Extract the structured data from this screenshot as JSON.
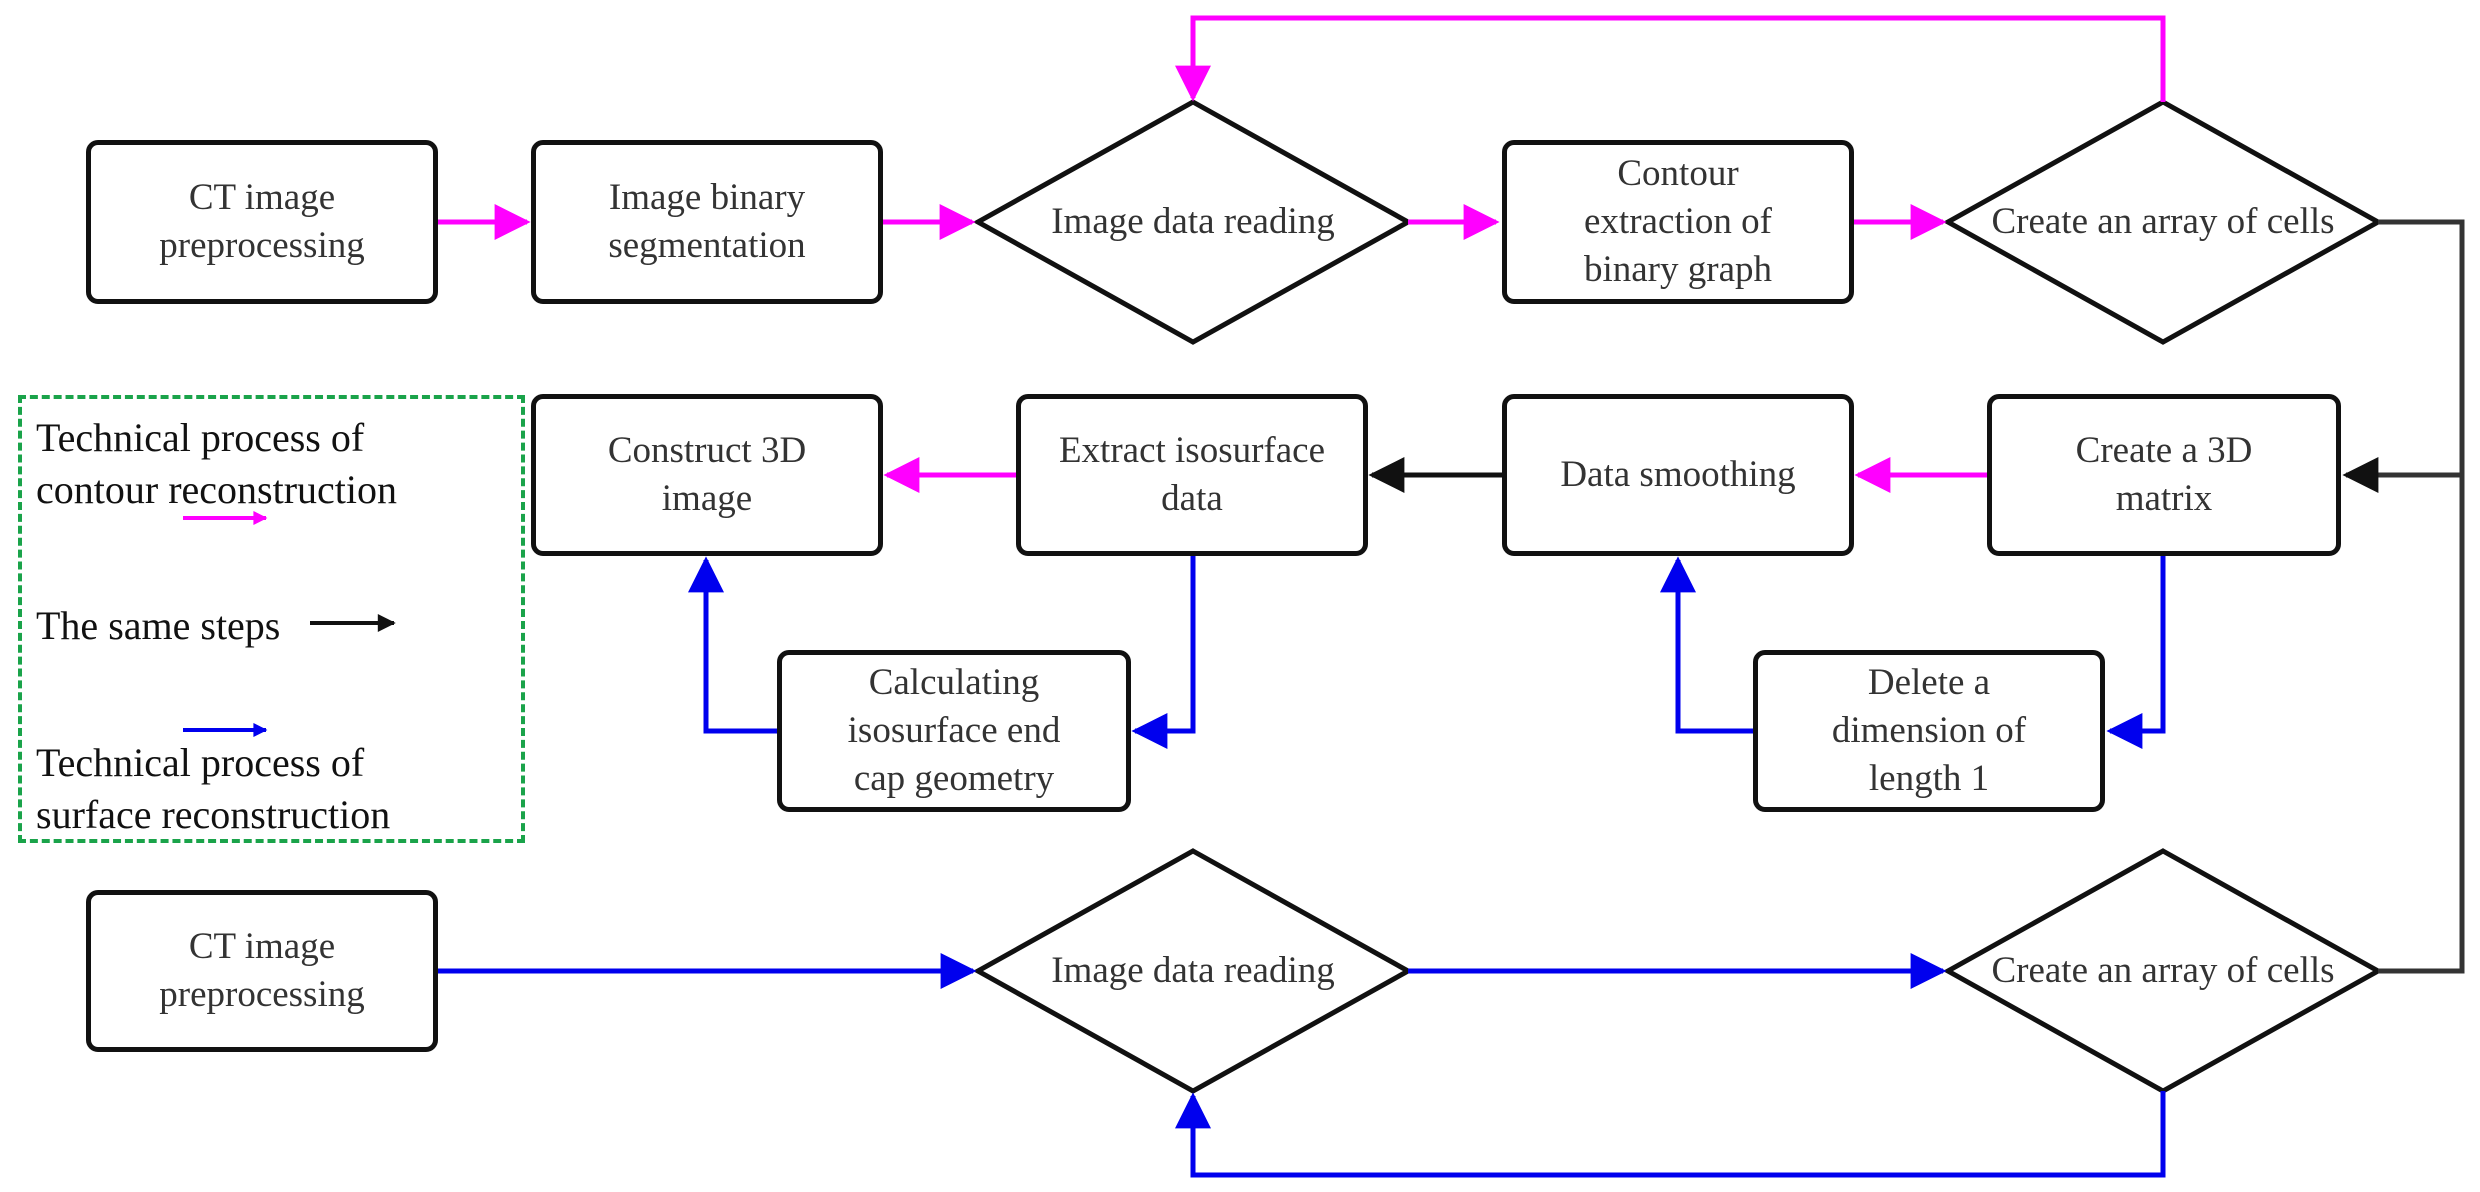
{
  "boxes": {
    "ct_pre_top": "CT image\npreprocessing",
    "binary_seg": "Image binary\nsegmentation",
    "contour_ext": "Contour\nextraction of\nbinary graph",
    "construct_3d": "Construct 3D\nimage",
    "extract_iso": "Extract isosurface\ndata",
    "data_smooth": "Data smoothing",
    "create_3d_matrix": "Create a 3D\nmatrix",
    "calc_endcap": "Calculating\nisosurface end\ncap geometry",
    "delete_dim": "Delete a\ndimension of\nlength 1",
    "ct_pre_bottom": "CT image\npreprocessing"
  },
  "diamonds": {
    "read_top": "Image data reading",
    "cells_top": "Create an array of cells",
    "read_bottom": "Image data reading",
    "cells_bottom": "Create an array of cells"
  },
  "legend": {
    "contour_line1": "Technical process of",
    "contour_line2": "contour reconstruction",
    "same_steps": "The same steps",
    "surface_line1": "Technical process of",
    "surface_line2": "surface reconstruction"
  },
  "colors": {
    "contour": "#ff00ff",
    "same": "#111111",
    "surface": "#0000ee",
    "legend_border": "#1aa34a"
  }
}
